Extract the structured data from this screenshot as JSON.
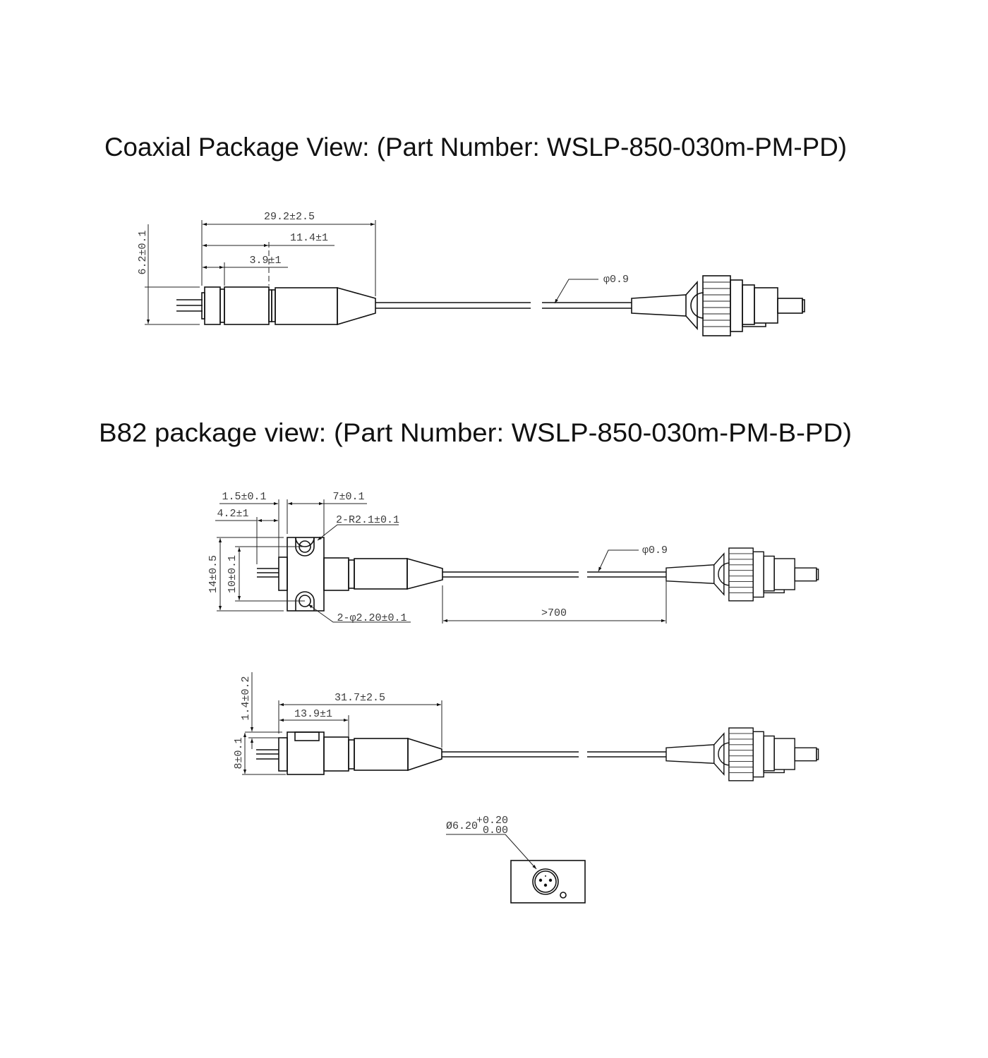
{
  "titles": {
    "coaxial": "Coaxial Package View: (Part Number: WSLP-850-030m-PM-PD)",
    "b82": "B82 package view: (Part Number: WSLP-850-030m-PM-B-PD)"
  },
  "coaxial_dims": {
    "total_length": "29.2±2.5",
    "body_length": "11.4±1",
    "cap_length": "3.9±1",
    "height": "6.2±0.1",
    "fiber_diameter": "φ0.9"
  },
  "b82_top_dims": {
    "flange_offset": "1.5±0.1",
    "flange_width": "7±0.1",
    "pin_length": "4.2±1",
    "corner_radius": "2-R2.1±0.1",
    "flange_height": "14±0.5",
    "hole_spacing": "10±0.1",
    "hole_diameter": "2-φ2.20±0.1",
    "fiber_length": ">700",
    "fiber_diameter": "φ0.9"
  },
  "b82_side_dims": {
    "total_length": "31.7±2.5",
    "body_length": "13.9±1",
    "step": "1.4±0.2",
    "height": "8±0.1"
  },
  "end_view": {
    "diameter": "Ø6.20",
    "tol_upper": "+0.20",
    "tol_lower": "0.00"
  }
}
